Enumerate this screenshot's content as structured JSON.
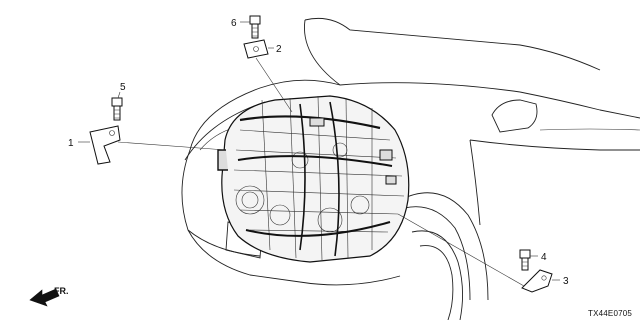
{
  "callouts": {
    "c1": "1",
    "c2": "2",
    "c3": "3",
    "c4": "4",
    "c5": "5",
    "c6": "6"
  },
  "direction_label": "FR.",
  "diagram_code": "TX44E0705"
}
